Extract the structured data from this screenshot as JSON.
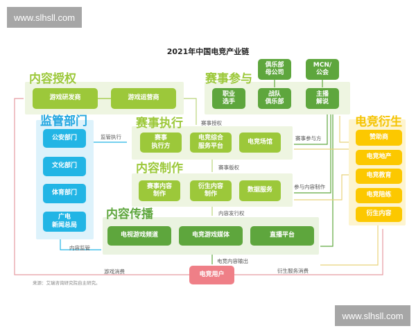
{
  "watermark": "www.slhsll.com",
  "title": "2021年中国电竞产业链",
  "sections": {
    "content_license": {
      "heading": "内容授权",
      "items": [
        "游戏研发商",
        "游戏运营商"
      ]
    },
    "participation": {
      "heading": "赛事参与",
      "top": [
        "俱乐部\n母公司",
        "MCN/\n公会"
      ],
      "items": [
        "职业\n选手",
        "战队\n俱乐部",
        "主播\n解说"
      ]
    },
    "regulators": {
      "heading": "监管部门",
      "items": [
        "公安部门",
        "文化部门",
        "体育部门",
        "广电\n新闻总局"
      ]
    },
    "execution": {
      "heading": "赛事执行",
      "items": [
        "赛事\n执行方",
        "电竞综合\n服务平台",
        "电竞场馆"
      ]
    },
    "production": {
      "heading": "内容制作",
      "items": [
        "赛事内容\n制作",
        "衍生内容\n制作",
        "数据服务"
      ]
    },
    "distribution": {
      "heading": "内容传播",
      "items": [
        "电视游戏频道",
        "电竞游戏媒体",
        "直播平台"
      ]
    },
    "derivatives": {
      "heading": "电竞衍生",
      "items": [
        "赞助商",
        "电竞地产",
        "电竞教育",
        "电竞陪练",
        "衍生内容"
      ]
    }
  },
  "user": "电竞用户",
  "edges": {
    "regulate_exec": "监管执行",
    "event_license": "赛事授权",
    "event_copyright": "赛事版权",
    "distribution_right": "内容发行权",
    "content_output": "电竞内容输出",
    "game_consumption": "游戏消费",
    "derivative_consumption": "衍生服务消费",
    "participants": "赛事参与方",
    "join_production": "参与内容制作",
    "content_regulation": "内容监管"
  },
  "source": "来源：艾瑞咨询研究院自主研究。",
  "colors": {
    "lime": "#9cc83a",
    "green": "#5ea63d",
    "blue": "#22b5e5",
    "yellow": "#fcc800",
    "pink": "#ef7f87"
  }
}
